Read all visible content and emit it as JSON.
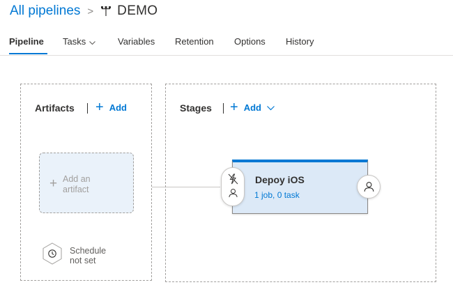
{
  "breadcrumb": {
    "root": "All pipelines",
    "separator": ">",
    "current": "DEMO"
  },
  "tabs": [
    {
      "label": "Pipeline",
      "active": true
    },
    {
      "label": "Tasks",
      "active": false,
      "has_dropdown": true
    },
    {
      "label": "Variables",
      "active": false
    },
    {
      "label": "Retention",
      "active": false
    },
    {
      "label": "Options",
      "active": false
    },
    {
      "label": "History",
      "active": false
    }
  ],
  "artifacts": {
    "title": "Artifacts",
    "add_label": "Add",
    "placeholder_line1": "Add an",
    "placeholder_line2": "artifact",
    "schedule_line1": "Schedule",
    "schedule_line2": "not set"
  },
  "stages": {
    "title": "Stages",
    "add_label": "Add",
    "items": [
      {
        "name": "Depoy iOS",
        "summary": "1 job, 0 task"
      }
    ]
  },
  "icons": {
    "pipeline": "pipeline-icon",
    "pre_trigger": "lightning-icon",
    "approver": "person-icon",
    "schedule": "clock-icon",
    "dropdown": "chevron-down-icon"
  },
  "colors": {
    "accent": "#0078d4",
    "stage_fill": "#dce9f7",
    "placeholder_fill": "#eaf2fa"
  }
}
